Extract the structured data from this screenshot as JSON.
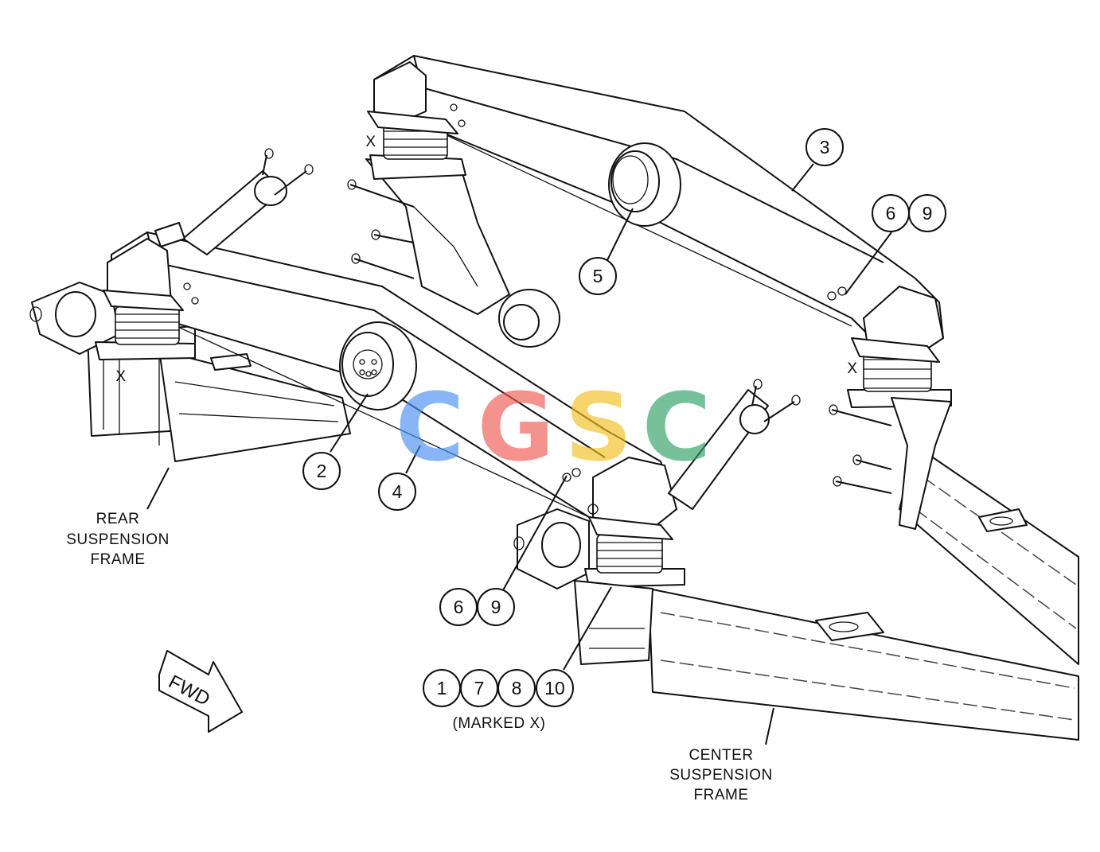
{
  "callouts": {
    "c1": "1",
    "c2": "2",
    "c3": "3",
    "c4": "4",
    "c5": "5",
    "c6a": "6",
    "c9a": "9",
    "c6b": "6",
    "c9b": "9",
    "c7": "7",
    "c8": "8",
    "c10": "10"
  },
  "marks": {
    "x_top": "X",
    "x_left": "X",
    "x_right": "X"
  },
  "labels": {
    "rear_frame": [
      "REAR",
      "SUSPENSION",
      "FRAME"
    ],
    "center_frame": [
      "CENTER",
      "SUSPENSION",
      "FRAME"
    ],
    "marked_x": "(MARKED X)",
    "fwd": "FWD"
  },
  "watermark": {
    "letters": [
      "C",
      "G",
      "S",
      "C"
    ],
    "colors": [
      "#4a8ff0",
      "#ef5a52",
      "#f4c020",
      "#2e9f65"
    ]
  }
}
